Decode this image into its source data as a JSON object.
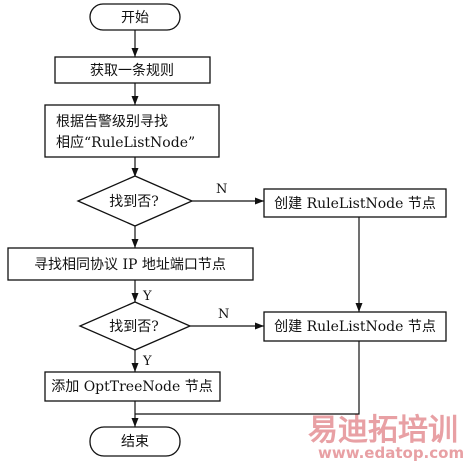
{
  "flowchart": {
    "start": "开始",
    "get_rule": "获取一条规则",
    "find_node_line1": "根据告警级别寻找",
    "find_node_line2": "相应“RuleListNode”",
    "found1": "找到否?",
    "create1": "创建 RuleListNode 节点",
    "find_same": "寻找相同协议 IP 地址端口节点",
    "found2": "找到否?",
    "create2": "创建 RuleListNode 节点",
    "add_opt": "添加 OptTreeNode 节点",
    "end": "结束",
    "edge_no_1": "N",
    "edge_yes_1": "Y",
    "edge_no_2": "N",
    "edge_yes_2": "Y"
  },
  "watermark": {
    "brand": "易迪拓培训",
    "url": "www.edatop.com",
    "color": "#e8a0a4"
  }
}
